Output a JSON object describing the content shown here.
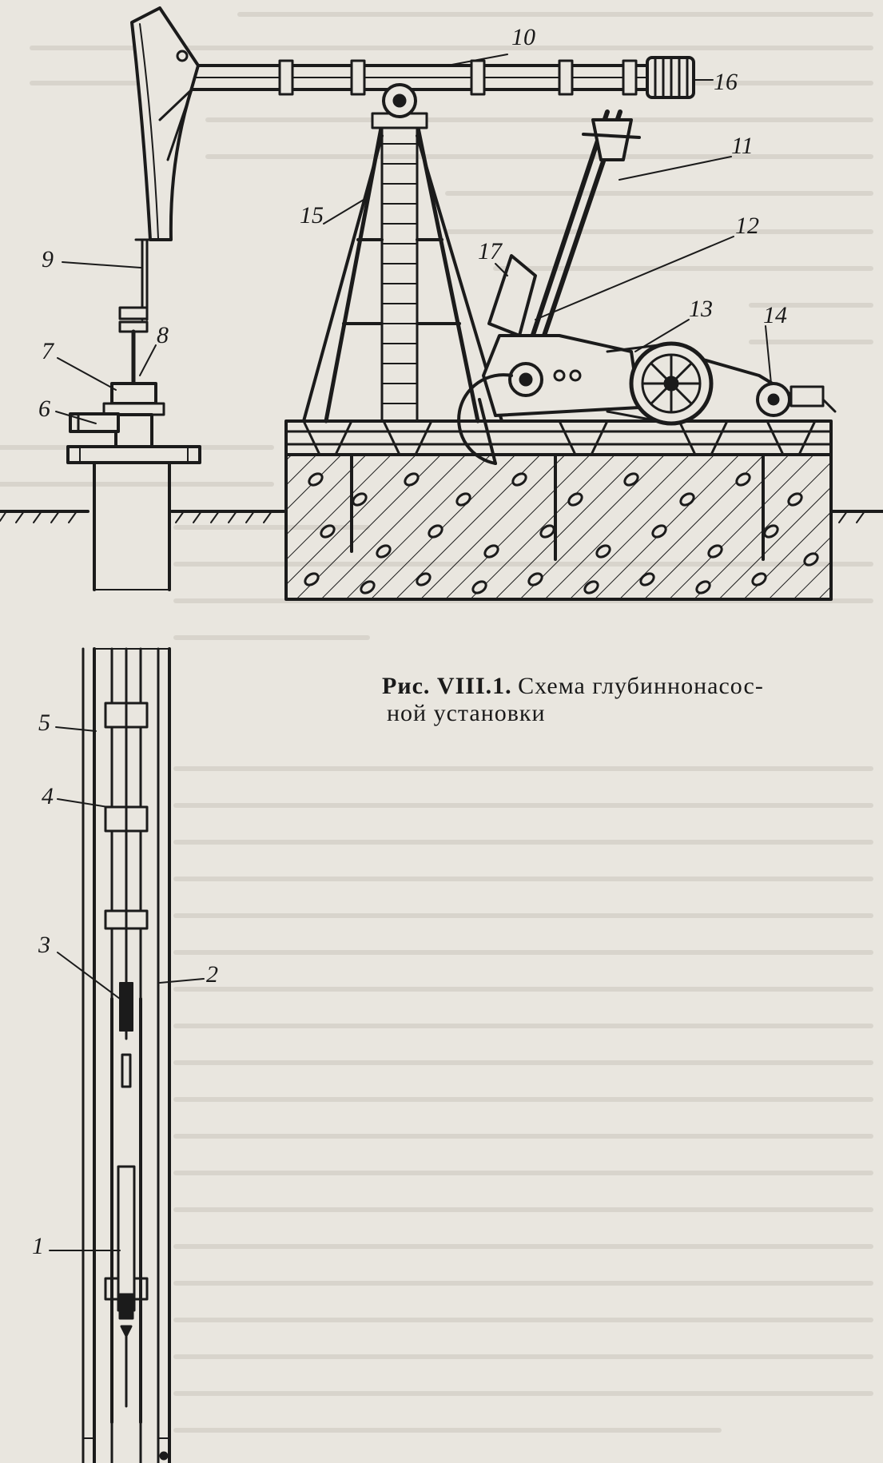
{
  "caption": {
    "figure_number": "Рис. VIII.1.",
    "title_line1": "Схема глубиннонасос-",
    "title_line2": "ной установки"
  },
  "labels": {
    "l1": "1",
    "l2": "2",
    "l3": "3",
    "l4": "4",
    "l5": "5",
    "l6": "6",
    "l7": "7",
    "l8": "8",
    "l9": "9",
    "l10": "10",
    "l11": "11",
    "l12": "12",
    "l13": "13",
    "l14": "14",
    "l15": "15",
    "l16": "16",
    "l17": "17"
  },
  "colors": {
    "ink": "#1b1b1b",
    "paper": "#e9e6df",
    "ghost_text": "#c9c5bc"
  }
}
